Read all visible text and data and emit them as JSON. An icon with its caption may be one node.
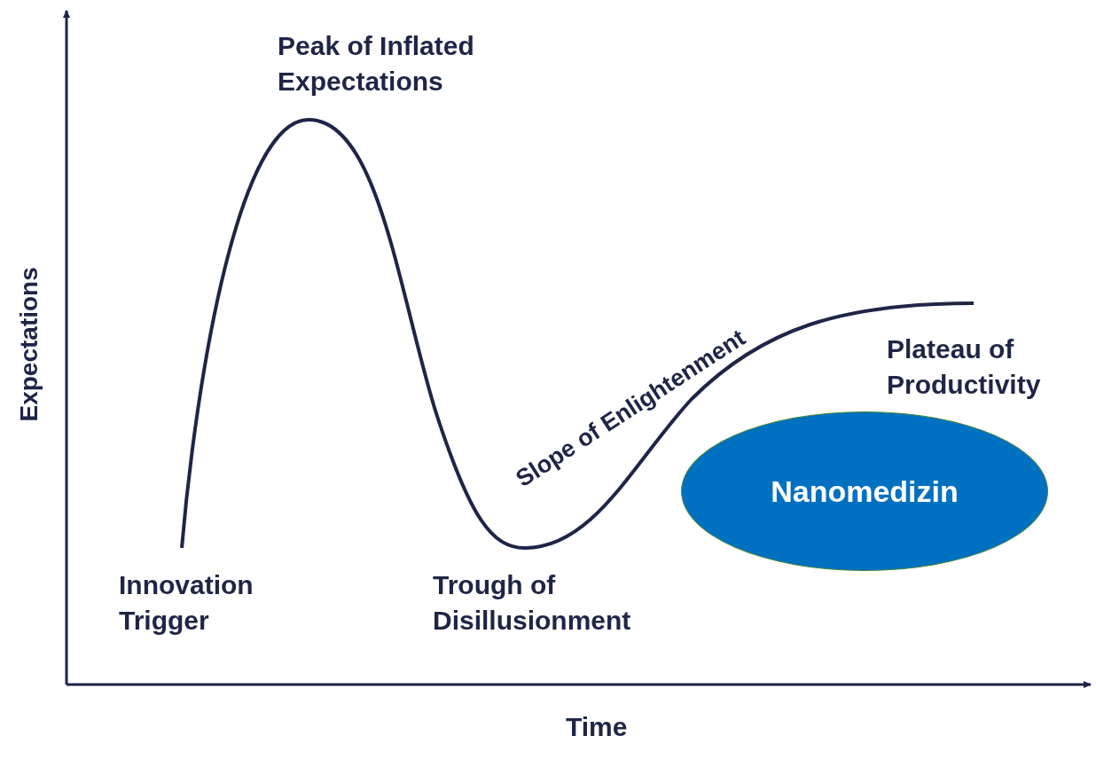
{
  "diagram": {
    "nodes": [
      {
        "text": [
          "Nanomedizin"
        ]
      }
    ],
    "labels": [
      "Peak of Inflated Expectations",
      "Slope of Enlightenment",
      "Plateau of Productivity",
      "Expectations",
      "Innovation Trigger",
      "Trough of Disillusionment",
      "Time"
    ]
  }
}
